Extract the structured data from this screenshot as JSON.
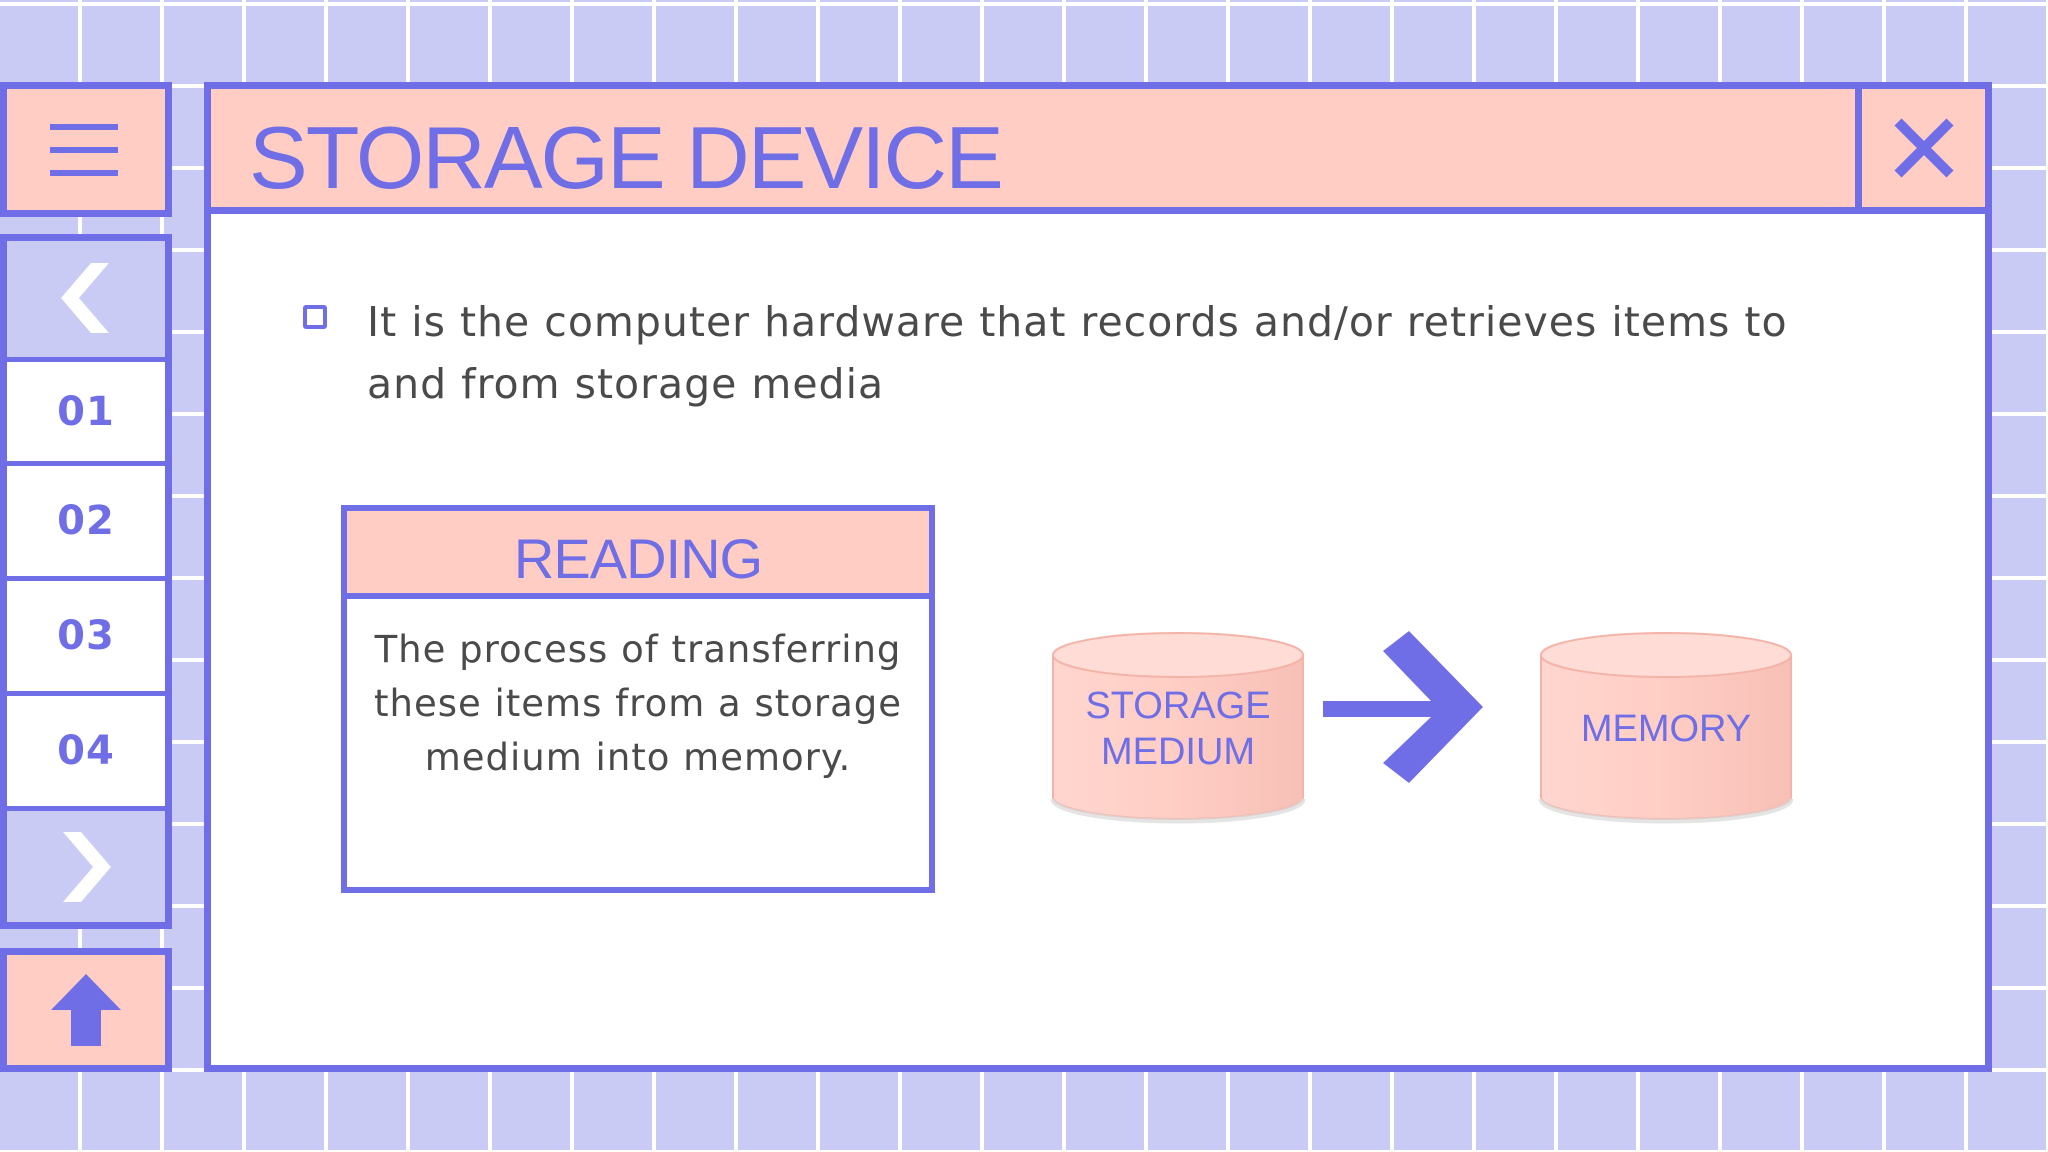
{
  "nav": {
    "menu_icon": "hamburger-menu-icon",
    "prev_icon": "chevron-left-icon",
    "next_icon": "chevron-right-icon",
    "up_icon": "arrow-up-icon",
    "slides": [
      "01",
      "02",
      "03",
      "04"
    ]
  },
  "window": {
    "title": "STORAGE DEVICE",
    "close_icon": "close-icon"
  },
  "content": {
    "bullet_icon": "checkbox-bullet-icon",
    "bullet_text": "It is the computer hardware that records and/or retrieves items to and from storage media",
    "reading": {
      "title": "READING",
      "body": "The process of transferring these items from a storage medium into memory."
    },
    "diagram": {
      "source_line1": "STORAGE",
      "source_line2": "MEDIUM",
      "target": "MEMORY",
      "arrow_icon": "arrow-right-icon"
    }
  },
  "colors": {
    "accent": "#6f6ee6",
    "pink": "#ffcdc4",
    "lavender": "#c9cbf5",
    "text": "#4a4a4a"
  }
}
